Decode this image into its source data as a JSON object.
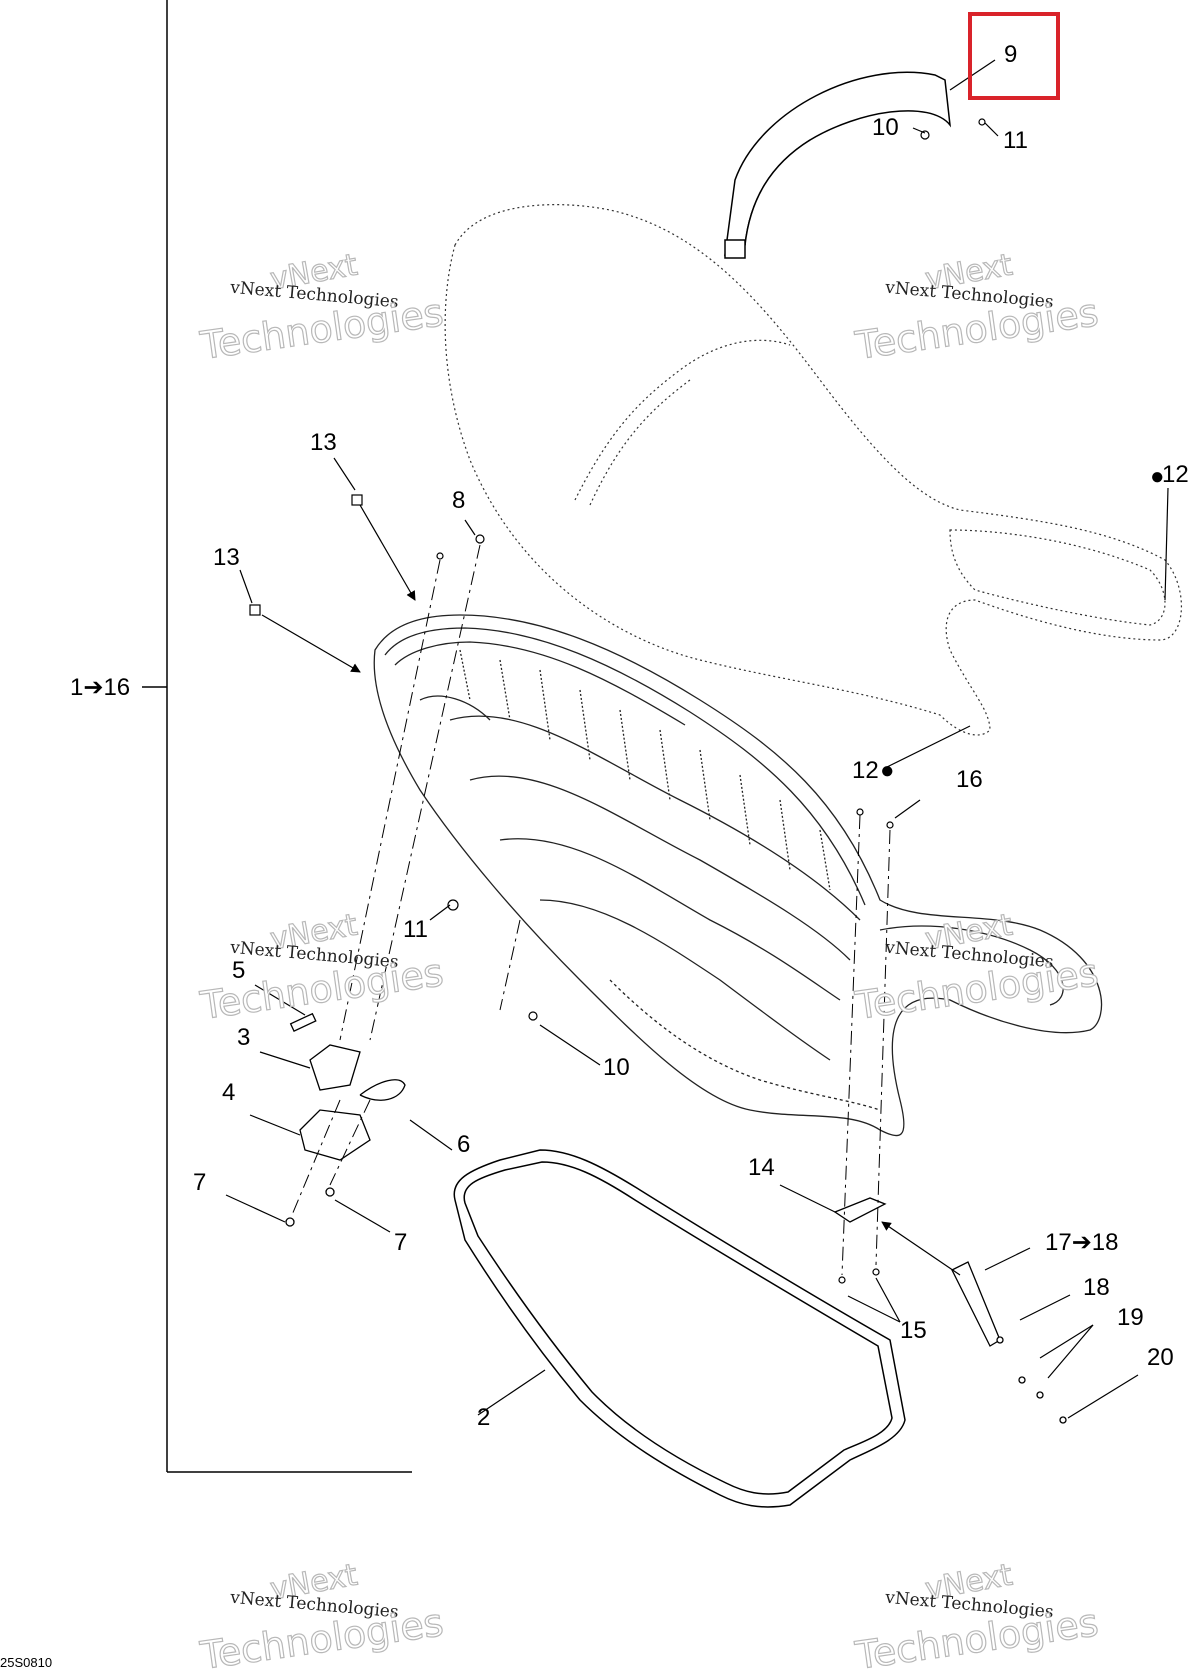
{
  "figure_id": "25S0810",
  "highlight_color": "#d9232a",
  "watermark": {
    "line1": "vNext",
    "line2": "vNext Technologies",
    "line3": "Technologies"
  },
  "labels": {
    "l9": "9",
    "l10a": "10",
    "l11a": "11",
    "l12a": "12",
    "l12b": "12",
    "l13a": "13",
    "l13b": "13",
    "l8": "8",
    "l1_16": "1➔16",
    "l16": "16",
    "l11b": "11",
    "l5": "5",
    "l3": "3",
    "l4": "4",
    "l6": "6",
    "l7a": "7",
    "l7b": "7",
    "l10b": "10",
    "l14": "14",
    "l17_18": "17➔18",
    "l18": "18",
    "l19": "19",
    "l20": "20",
    "l15": "15",
    "l2": "2"
  }
}
